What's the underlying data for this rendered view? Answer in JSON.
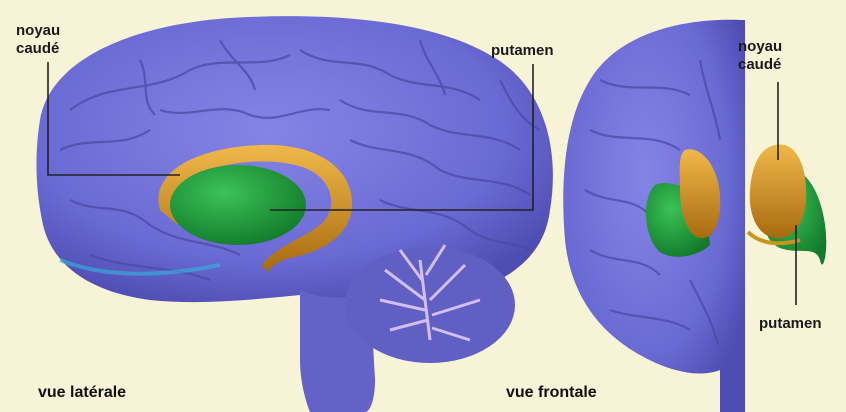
{
  "labels": {
    "lateral_caudate_line1": "noyau",
    "lateral_caudate_line2": "caudé",
    "lateral_putamen": "putamen",
    "frontal_caudate_line1": "noyau",
    "frontal_caudate_line2": "caudé",
    "frontal_putamen": "putamen"
  },
  "captions": {
    "lateral": "vue latérale",
    "frontal": "vue frontale"
  },
  "colors": {
    "background": "#f7f3d6",
    "brain": "#6f6fd8",
    "caudate": "#d8951e",
    "putamen": "#1e9a3a",
    "cerebellum_arbor": "#c9b6e8",
    "leader_line": "#222222"
  }
}
